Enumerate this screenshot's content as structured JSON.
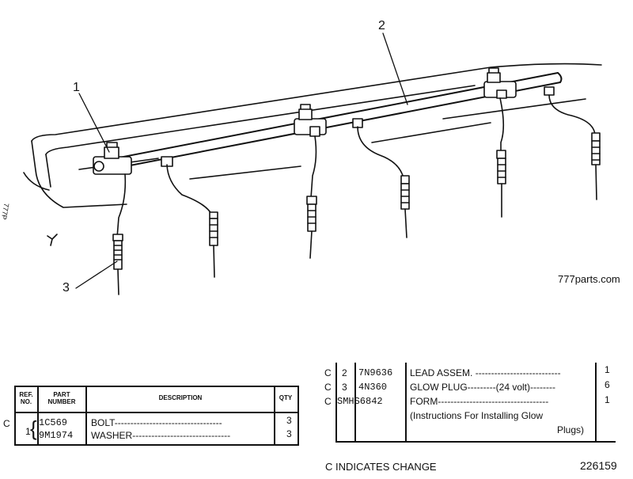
{
  "diagram": {
    "callouts": [
      "1",
      "2",
      "3"
    ],
    "watermark": "777parts.com",
    "edge_mark": "777P"
  },
  "left_table": {
    "headers": {
      "ref_no": [
        "REF.",
        "NO."
      ],
      "part_number": [
        "PART",
        "NUMBER"
      ],
      "description": "DESCRIPTION",
      "qty": "QTY"
    },
    "change_marker": "C",
    "ref": "1",
    "rows": [
      {
        "part": "1C569",
        "desc": "BOLT----------------------------------",
        "qty": "3"
      },
      {
        "part": "9M1974",
        "desc": "WASHER-------------------------------",
        "qty": "3"
      }
    ]
  },
  "right_table": {
    "rows": [
      {
        "c": "C",
        "ref": "2",
        "part": "7N9636",
        "desc": "LEAD ASSEM. ---------------------------",
        "qty": "1"
      },
      {
        "c": "C",
        "ref": "3",
        "part": "4N360",
        "desc": "GLOW PLUG---------(24 volt)--------",
        "qty": "6"
      },
      {
        "c": "C",
        "ref": "",
        "part": "SMHS6842",
        "desc": "FORM-----------------------------------",
        "qty": "1"
      }
    ],
    "form_note_line1": "(Instructions For Installing Glow",
    "form_note_line2": "Plugs)"
  },
  "footer": {
    "change_note": "C INDICATES CHANGE",
    "page_number": "226159"
  }
}
